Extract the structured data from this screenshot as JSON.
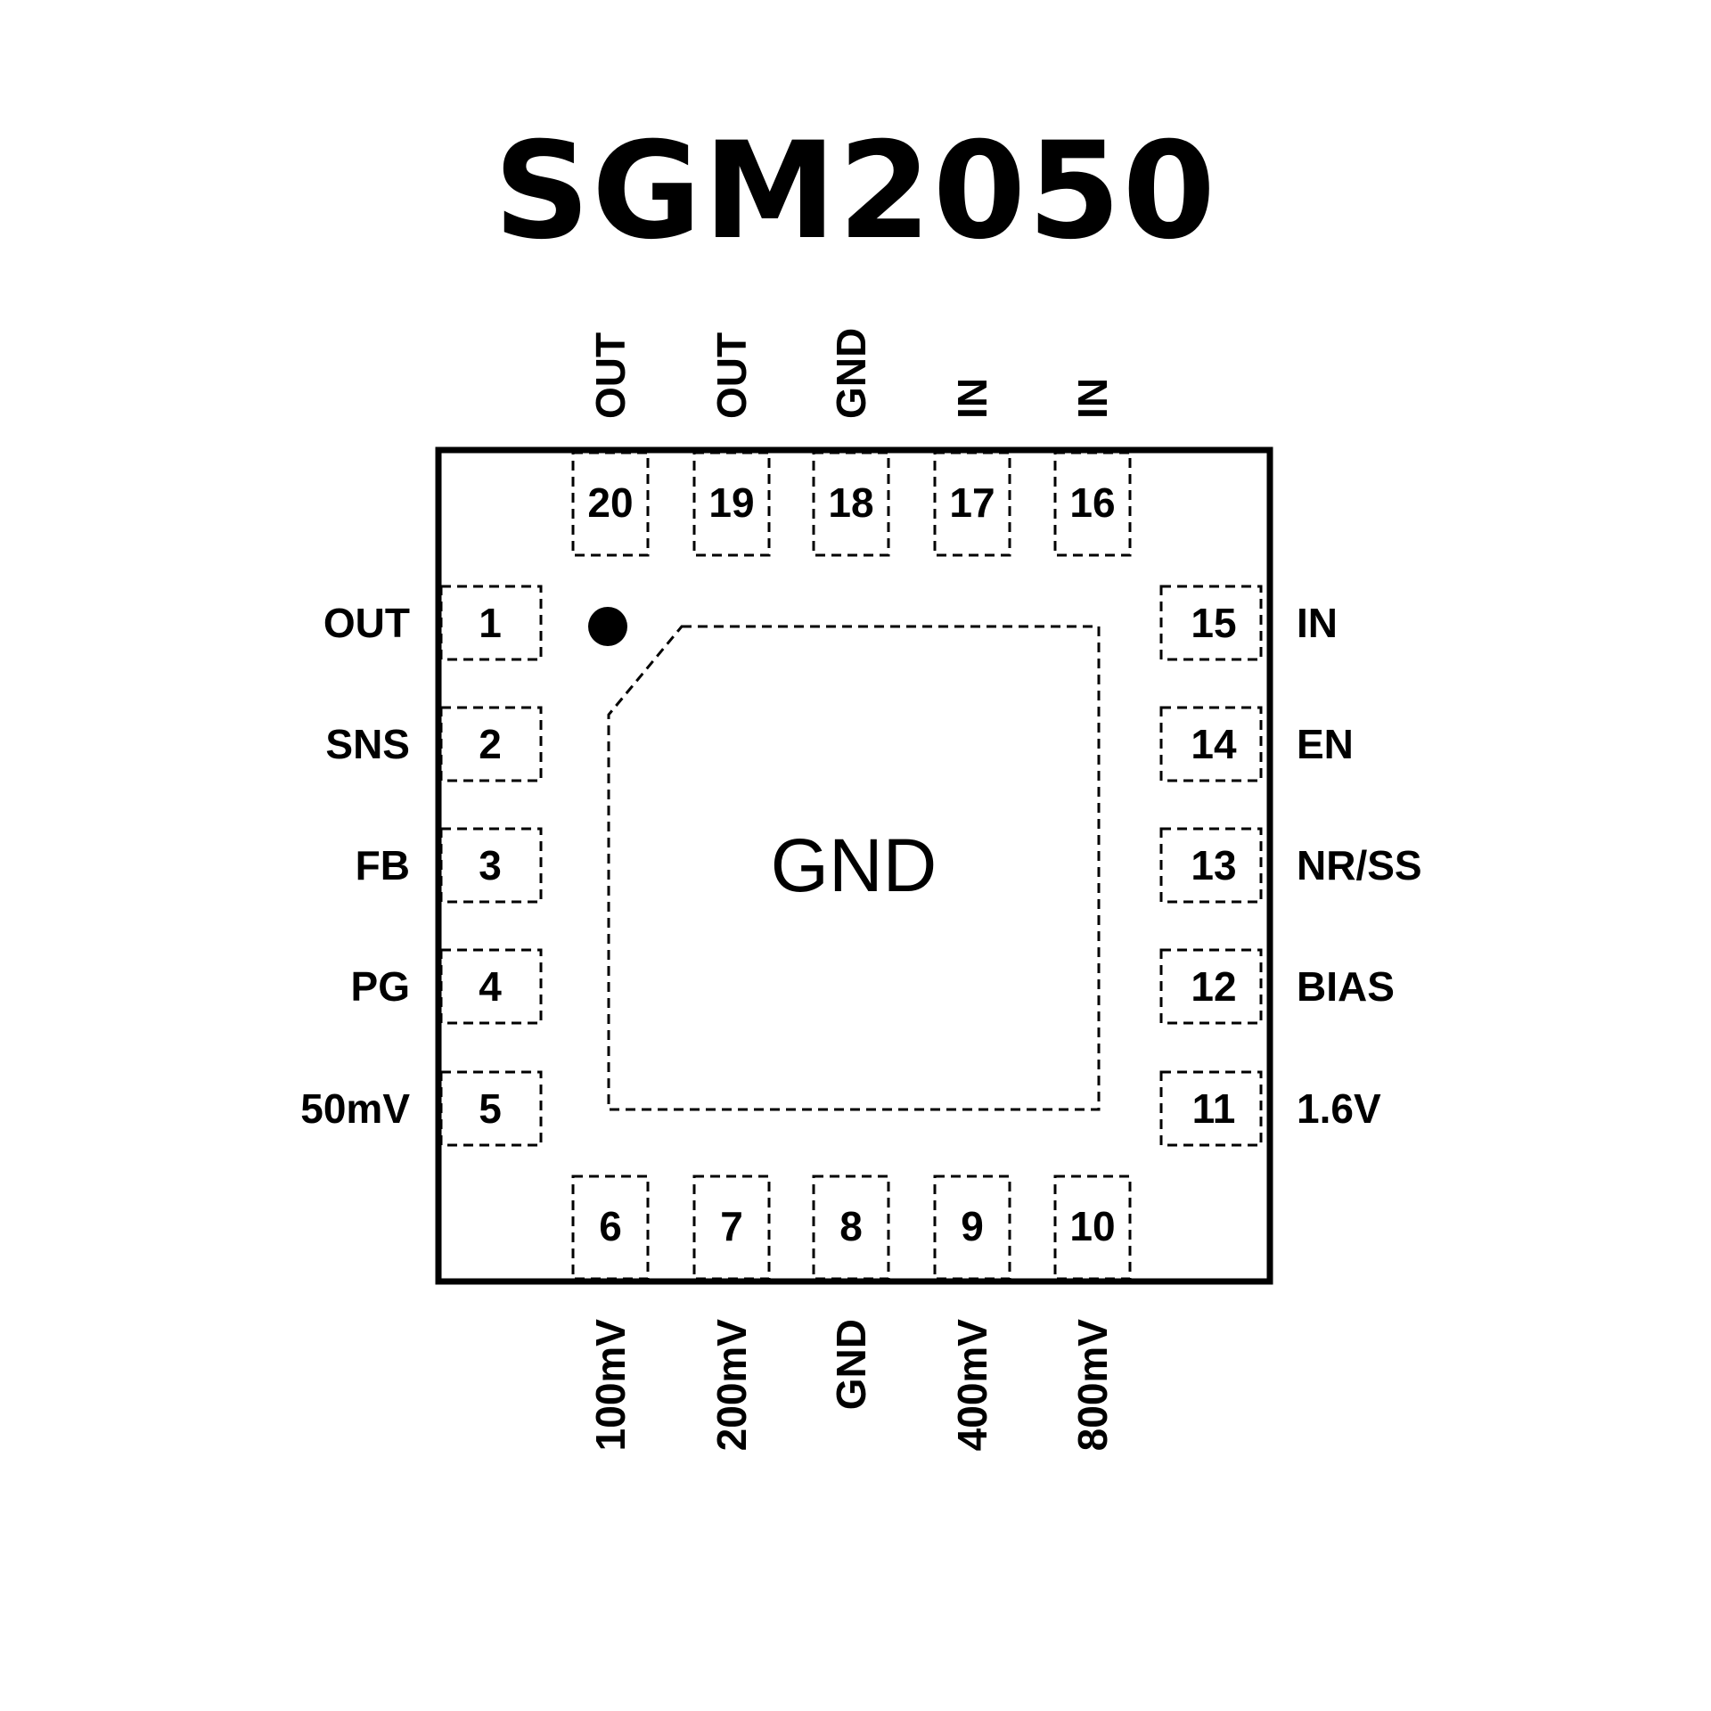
{
  "title": "SGM2050",
  "colors": {
    "ink": "#000000",
    "background": "#ffffff"
  },
  "package": {
    "pin1_marker": "pin-1-dot",
    "exposed_pad_label": "GND"
  },
  "pins": {
    "left": [
      {
        "num": "1",
        "name": "OUT"
      },
      {
        "num": "2",
        "name": "SNS"
      },
      {
        "num": "3",
        "name": "FB"
      },
      {
        "num": "4",
        "name": "PG"
      },
      {
        "num": "5",
        "name": "50mV"
      }
    ],
    "bottom": [
      {
        "num": "6",
        "name": "100mV"
      },
      {
        "num": "7",
        "name": "200mV"
      },
      {
        "num": "8",
        "name": "GND"
      },
      {
        "num": "9",
        "name": "400mV"
      },
      {
        "num": "10",
        "name": "800mV"
      }
    ],
    "right": [
      {
        "num": "15",
        "name": "IN"
      },
      {
        "num": "14",
        "name": "EN"
      },
      {
        "num": "13",
        "name": "NR/SS"
      },
      {
        "num": "12",
        "name": "BIAS"
      },
      {
        "num": "11",
        "name": "1.6V"
      }
    ],
    "top": [
      {
        "num": "20",
        "name": "OUT"
      },
      {
        "num": "19",
        "name": "OUT"
      },
      {
        "num": "18",
        "name": "GND"
      },
      {
        "num": "17",
        "name": "IN"
      },
      {
        "num": "16",
        "name": "IN"
      }
    ]
  }
}
